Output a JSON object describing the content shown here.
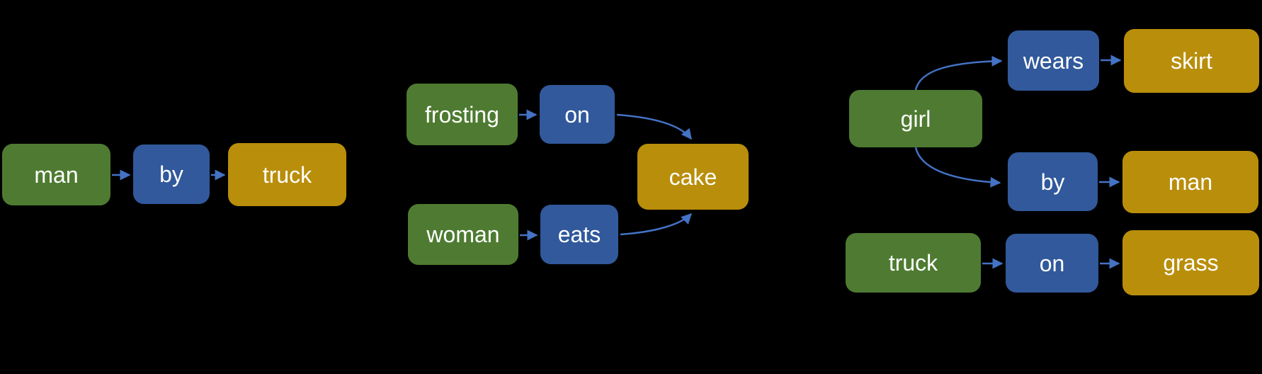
{
  "slide": {
    "background_color": "#000000",
    "description": "three scene graphs of subject-predicate-object triples"
  },
  "colors": {
    "subject_green": "#4e7b31",
    "predicate_blue": "#31599b",
    "object_gold": "#b98e0b",
    "arrow_blue": "#4472c4",
    "label_text": "#ffffff"
  },
  "graphs": [
    {
      "name": "scene-graph-1",
      "nodes": [
        {
          "id": "man",
          "label": "man",
          "type": "subject"
        },
        {
          "id": "by",
          "label": "by",
          "type": "predicate"
        },
        {
          "id": "truck",
          "label": "truck",
          "type": "object"
        }
      ],
      "edges": [
        {
          "from": "man",
          "to": "by",
          "shape": "straight"
        },
        {
          "from": "by",
          "to": "truck",
          "shape": "straight"
        }
      ]
    },
    {
      "name": "scene-graph-2",
      "nodes": [
        {
          "id": "frosting",
          "label": "frosting",
          "type": "subject"
        },
        {
          "id": "on",
          "label": "on",
          "type": "predicate"
        },
        {
          "id": "woman",
          "label": "woman",
          "type": "subject"
        },
        {
          "id": "eats",
          "label": "eats",
          "type": "predicate"
        },
        {
          "id": "cake",
          "label": "cake",
          "type": "object"
        }
      ],
      "edges": [
        {
          "from": "frosting",
          "to": "on",
          "shape": "straight"
        },
        {
          "from": "on",
          "to": "cake",
          "shape": "curved"
        },
        {
          "from": "woman",
          "to": "eats",
          "shape": "straight"
        },
        {
          "from": "eats",
          "to": "cake",
          "shape": "curved"
        }
      ]
    },
    {
      "name": "scene-graph-3",
      "nodes": [
        {
          "id": "girl",
          "label": "girl",
          "type": "subject"
        },
        {
          "id": "wears",
          "label": "wears",
          "type": "predicate"
        },
        {
          "id": "skirt",
          "label": "skirt",
          "type": "object"
        },
        {
          "id": "by",
          "label": "by",
          "type": "predicate"
        },
        {
          "id": "man",
          "label": "man",
          "type": "object"
        },
        {
          "id": "truck",
          "label": "truck",
          "type": "subject"
        },
        {
          "id": "on",
          "label": "on",
          "type": "predicate"
        },
        {
          "id": "grass",
          "label": "grass",
          "type": "object"
        }
      ],
      "edges": [
        {
          "from": "girl",
          "to": "wears",
          "shape": "curved"
        },
        {
          "from": "wears",
          "to": "skirt",
          "shape": "straight"
        },
        {
          "from": "girl",
          "to": "by",
          "shape": "curved"
        },
        {
          "from": "by",
          "to": "man",
          "shape": "straight"
        },
        {
          "from": "truck",
          "to": "on",
          "shape": "straight"
        },
        {
          "from": "on",
          "to": "grass",
          "shape": "straight"
        }
      ]
    }
  ]
}
